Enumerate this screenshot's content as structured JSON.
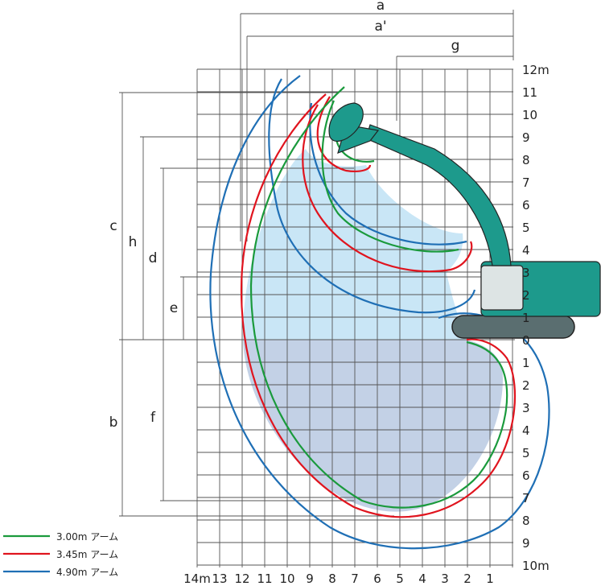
{
  "dimension_letters": {
    "a": "a",
    "a_prime": "a'",
    "g": "g",
    "c": "c",
    "h": "h",
    "d": "d",
    "e": "e",
    "b": "b",
    "f": "f"
  },
  "axes": {
    "right_upper": [
      "12m",
      "11",
      "10",
      "9",
      "8",
      "7",
      "6",
      "5",
      "4",
      "3",
      "2",
      "1",
      "0"
    ],
    "right_lower": [
      "1",
      "2",
      "3",
      "4",
      "5",
      "6",
      "7",
      "8",
      "9",
      "10m"
    ],
    "bottom": [
      "14m",
      "13",
      "12",
      "11",
      "10",
      "9",
      "8",
      "7",
      "6",
      "5",
      "4",
      "3",
      "2",
      "1"
    ]
  },
  "legend": [
    {
      "label": "3.00m アーム",
      "color": "#1a9a3c"
    },
    {
      "label": "3.45m アーム",
      "color": "#e0141e"
    },
    {
      "label": "4.90m アーム",
      "color": "#1f6fb5"
    }
  ],
  "colors": {
    "machine": "#1d9a8c",
    "area_upper": "#bfe2f5",
    "area_lower": "#b9c9e2",
    "grid": "#555555"
  }
}
